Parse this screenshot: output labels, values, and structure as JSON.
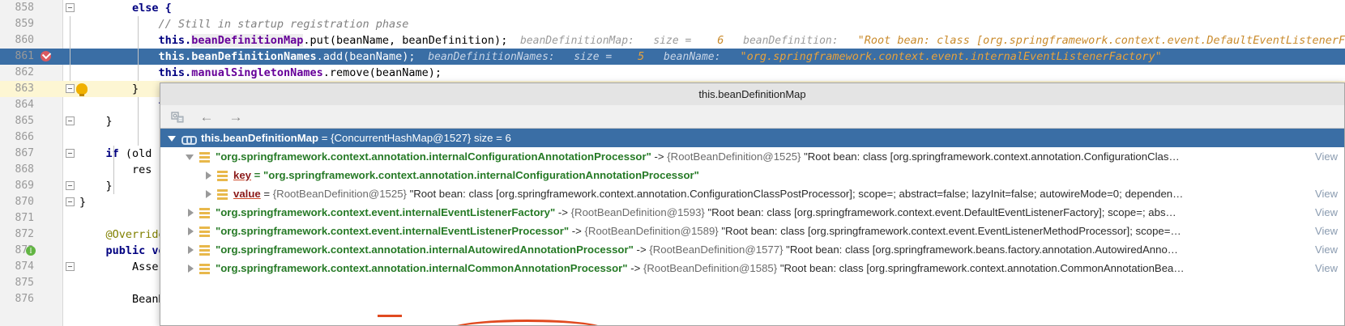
{
  "editor": {
    "lines": [
      {
        "num": "858",
        "indent": 0,
        "segments": [
          {
            "t": "else {",
            "c": "kw",
            "pre": "        "
          }
        ]
      },
      {
        "num": "859",
        "segments": [
          {
            "t": "// Still in startup registration phase",
            "c": "cmt",
            "pre": "            "
          }
        ]
      },
      {
        "num": "860",
        "segments": [
          {
            "t": "this.",
            "c": "kw",
            "pre": "            "
          },
          {
            "t": "beanDefinitionMap",
            "c": "fldbg"
          },
          {
            "t": ".put(beanName, beanDefinition);",
            "c": "plain"
          }
        ],
        "hints": [
          {
            "t": "beanDefinitionMap:",
            "k": "hint"
          },
          {
            "t": "size = ",
            "k": "hint"
          },
          {
            "t": "6",
            "k": "hint-num"
          },
          {
            "t": "beanDefinition:",
            "k": "hint"
          },
          {
            "t": "\"Root bean: class [org.springframework.context.event.DefaultEventListenerFactory",
            "k": "hint-str"
          }
        ]
      },
      {
        "num": "861",
        "highlight": true,
        "breakpoint": true,
        "segments": [
          {
            "t": "this.",
            "c": "kw",
            "pre": "            "
          },
          {
            "t": "beanDefinitionNames",
            "c": "fld"
          },
          {
            "t": ".add(beanName);",
            "c": "plain"
          }
        ],
        "hints": [
          {
            "t": "beanDefinitionNames:",
            "k": "hint"
          },
          {
            "t": "size = ",
            "k": "hint"
          },
          {
            "t": "5",
            "k": "hint-num"
          },
          {
            "t": "beanName:",
            "k": "hint"
          },
          {
            "t": "\"org.springframework.context.event.internalEventListenerFactory\"",
            "k": "hint-str"
          }
        ]
      },
      {
        "num": "862",
        "segments": [
          {
            "t": "this.",
            "c": "kw",
            "pre": "            "
          },
          {
            "t": "manualSingletonNames",
            "c": "fld"
          },
          {
            "t": ".remove(beanName);",
            "c": "plain"
          }
        ]
      },
      {
        "num": "863",
        "caret": true,
        "bulb": true,
        "segments": [
          {
            "t": "}",
            "c": "plain",
            "pre": "        "
          }
        ]
      },
      {
        "num": "864",
        "segments": [
          {
            "t": "thi",
            "c": "kw",
            "pre": "            "
          }
        ]
      },
      {
        "num": "865",
        "segments": [
          {
            "t": "}",
            "c": "plain",
            "pre": "    "
          }
        ]
      },
      {
        "num": "866",
        "segments": []
      },
      {
        "num": "867",
        "segments": [
          {
            "t": "if",
            "c": "kw",
            "pre": "    "
          },
          {
            "t": " (old",
            "c": "plain"
          }
        ]
      },
      {
        "num": "868",
        "segments": [
          {
            "t": "res",
            "c": "plain",
            "pre": "        "
          }
        ]
      },
      {
        "num": "869",
        "segments": [
          {
            "t": "}",
            "c": "plain",
            "pre": "    "
          }
        ]
      },
      {
        "num": "870",
        "segments": [
          {
            "t": "}",
            "c": "plain",
            "pre": ""
          }
        ]
      },
      {
        "num": "871",
        "segments": []
      },
      {
        "num": "872",
        "segments": [
          {
            "t": "@Override",
            "c": "ann",
            "pre": "    "
          }
        ]
      },
      {
        "num": "873",
        "override": true,
        "segments": [
          {
            "t": "public void",
            "c": "kw",
            "pre": "    "
          }
        ]
      },
      {
        "num": "874",
        "segments": [
          {
            "t": "Assert.",
            "c": "plain",
            "pre": "        "
          }
        ]
      },
      {
        "num": "875",
        "segments": []
      },
      {
        "num": "876",
        "segments": [
          {
            "t": "BeanDef",
            "c": "plain",
            "pre": "        "
          }
        ]
      }
    ]
  },
  "popup": {
    "title": "this.beanDefinitionMap",
    "toolbar": {
      "inspect_label": "",
      "back_label": "←",
      "forward_label": "→"
    },
    "view_link_label": "View",
    "tree": [
      {
        "id": "root",
        "depth": 0,
        "twist": "open",
        "icon": "map-icon",
        "selected": true,
        "label": "this.beanDefinitionMap",
        "sep": " = ",
        "ref": "{ConcurrentHashMap@1527}",
        "value": "  size = 6",
        "view": false
      },
      {
        "id": "entry-1",
        "depth": 1,
        "twist": "open",
        "icon": "entry-icon",
        "label": "\"org.springframework.context.annotation.internalConfigurationAnnotationProcessor\"",
        "sep": " -> ",
        "ref": "{RootBeanDefinition@1525}",
        "value": " \"Root bean: class [org.springframework.context.annotation.ConfigurationClas…",
        "view": true
      },
      {
        "id": "entry-1-key",
        "depth": 2,
        "twist": "closed",
        "icon": "entry-icon",
        "keyword": "key",
        "sep": " = ",
        "label": "\"org.springframework.context.annotation.internalConfigurationAnnotationProcessor\"",
        "ref": "",
        "value": "",
        "view": false
      },
      {
        "id": "entry-1-value",
        "depth": 2,
        "twist": "closed",
        "icon": "entry-icon",
        "keyword": "value",
        "sep": " = ",
        "label": "",
        "ref": "{RootBeanDefinition@1525}",
        "value": " \"Root bean: class [org.springframework.context.annotation.ConfigurationClassPostProcessor]; scope=; abstract=false; lazyInit=false; autowireMode=0; dependen…",
        "view": true,
        "annotated": true
      },
      {
        "id": "entry-2",
        "depth": 1,
        "twist": "closed",
        "icon": "entry-icon",
        "label": "\"org.springframework.context.event.internalEventListenerFactory\"",
        "sep": " -> ",
        "ref": "{RootBeanDefinition@1593}",
        "value": " \"Root bean: class [org.springframework.context.event.DefaultEventListenerFactory]; scope=; abs…",
        "view": true
      },
      {
        "id": "entry-3",
        "depth": 1,
        "twist": "closed",
        "icon": "entry-icon",
        "label": "\"org.springframework.context.event.internalEventListenerProcessor\"",
        "sep": " -> ",
        "ref": "{RootBeanDefinition@1589}",
        "value": " \"Root bean: class [org.springframework.context.event.EventListenerMethodProcessor]; scope=…",
        "view": true
      },
      {
        "id": "entry-4",
        "depth": 1,
        "twist": "closed",
        "icon": "entry-icon",
        "label": "\"org.springframework.context.annotation.internalAutowiredAnnotationProcessor\"",
        "sep": " -> ",
        "ref": "{RootBeanDefinition@1577}",
        "value": " \"Root bean: class [org.springframework.beans.factory.annotation.AutowiredAnno…",
        "view": true
      },
      {
        "id": "entry-5",
        "depth": 1,
        "twist": "closed",
        "icon": "entry-icon",
        "label": "\"org.springframework.context.annotation.internalCommonAnnotationProcessor\"",
        "sep": " -> ",
        "ref": "{RootBeanDefinition@1585}",
        "value": " \"Root bean: class [org.springframework.context.annotation.CommonAnnotationBea…",
        "view": true
      }
    ]
  },
  "colors": {
    "selection_blue": "#3a6ea5",
    "annotation_red": "#e04a20",
    "string_orange": "#c98a2b",
    "key_green": "#267a26",
    "caret_row": "#fdf6d3"
  }
}
